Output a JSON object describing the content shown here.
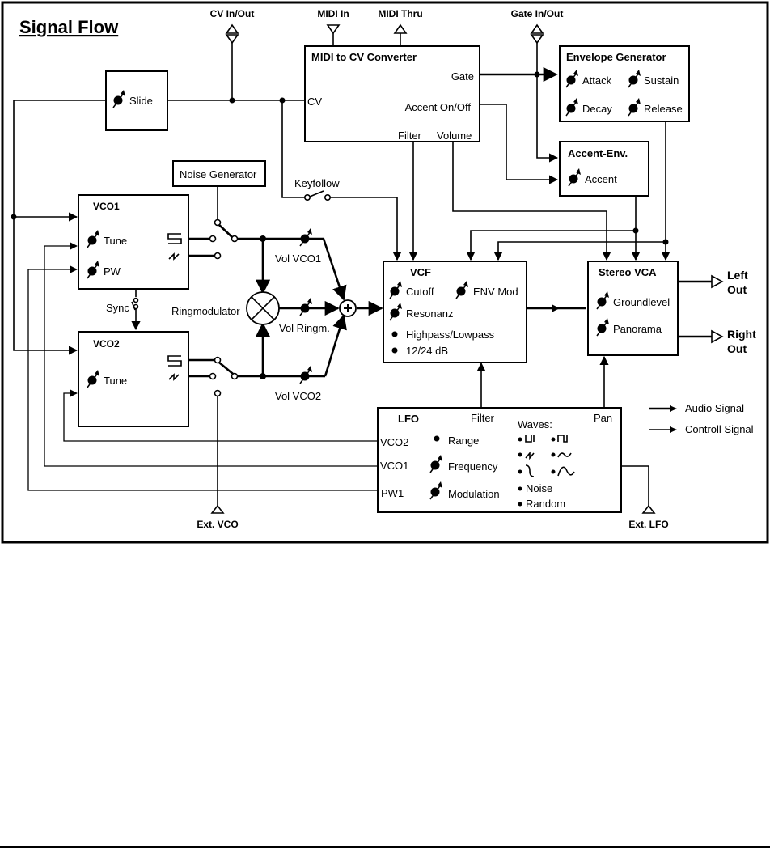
{
  "title": "Signal Flow",
  "jacks": {
    "cv_in_out": "CV In/Out",
    "midi_in": "MIDI In",
    "midi_thru": "MIDI Thru",
    "gate_in_out": "Gate In/Out",
    "ext_vco": "Ext. VCO",
    "ext_lfo": "Ext. LFO",
    "left_out_1": "Left",
    "left_out_2": "Out",
    "right_out_1": "Right",
    "right_out_2": "Out"
  },
  "slide": {
    "label": "Slide"
  },
  "midi_cv": {
    "title": "MIDI to CV Converter",
    "gate": "Gate",
    "cv": "CV",
    "accent": "Accent On/Off",
    "filter": "Filter",
    "volume": "Volume"
  },
  "envelope": {
    "title": "Envelope Generator",
    "attack": "Attack",
    "sustain": "Sustain",
    "decay": "Decay",
    "release": "Release"
  },
  "accent_env": {
    "title": "Accent-Env.",
    "accent": "Accent"
  },
  "noise": {
    "label": "Noise Generator"
  },
  "keyfollow": {
    "label": "Keyfollow"
  },
  "vco1": {
    "title": "VCO1",
    "tune": "Tune",
    "pw": "PW"
  },
  "vco2": {
    "title": "VCO2",
    "tune": "Tune"
  },
  "sync": {
    "label": "Sync"
  },
  "ringmod": {
    "label": "Ringmodulator"
  },
  "mixer": {
    "vol_vco1": "Vol VCO1",
    "vol_ringm": "Vol Ringm.",
    "vol_vco2": "Vol VCO2"
  },
  "vcf": {
    "title": "VCF",
    "cutoff": "Cutoff",
    "env_mod": "ENV Mod",
    "resonanz": "Resonanz",
    "mode": "Highpass/Lowpass",
    "slope": "12/24 dB"
  },
  "vca": {
    "title": "Stereo VCA",
    "groundlevel": "Groundlevel",
    "panorama": "Panorama"
  },
  "lfo": {
    "title": "LFO",
    "filter": "Filter",
    "pan": "Pan",
    "vco2": "VCO2",
    "vco1": "VCO1",
    "pw1": "PW1",
    "range": "Range",
    "frequency": "Frequency",
    "modulation": "Modulation",
    "waves_title": "Waves:",
    "waves": [
      "square-up",
      "square-down",
      "saw-small",
      "sine-small",
      "saw-large",
      "sine-large"
    ],
    "noise": "Noise",
    "random": "Random"
  },
  "legend": {
    "audio": "Audio Signal",
    "control": "Controll Signal"
  }
}
